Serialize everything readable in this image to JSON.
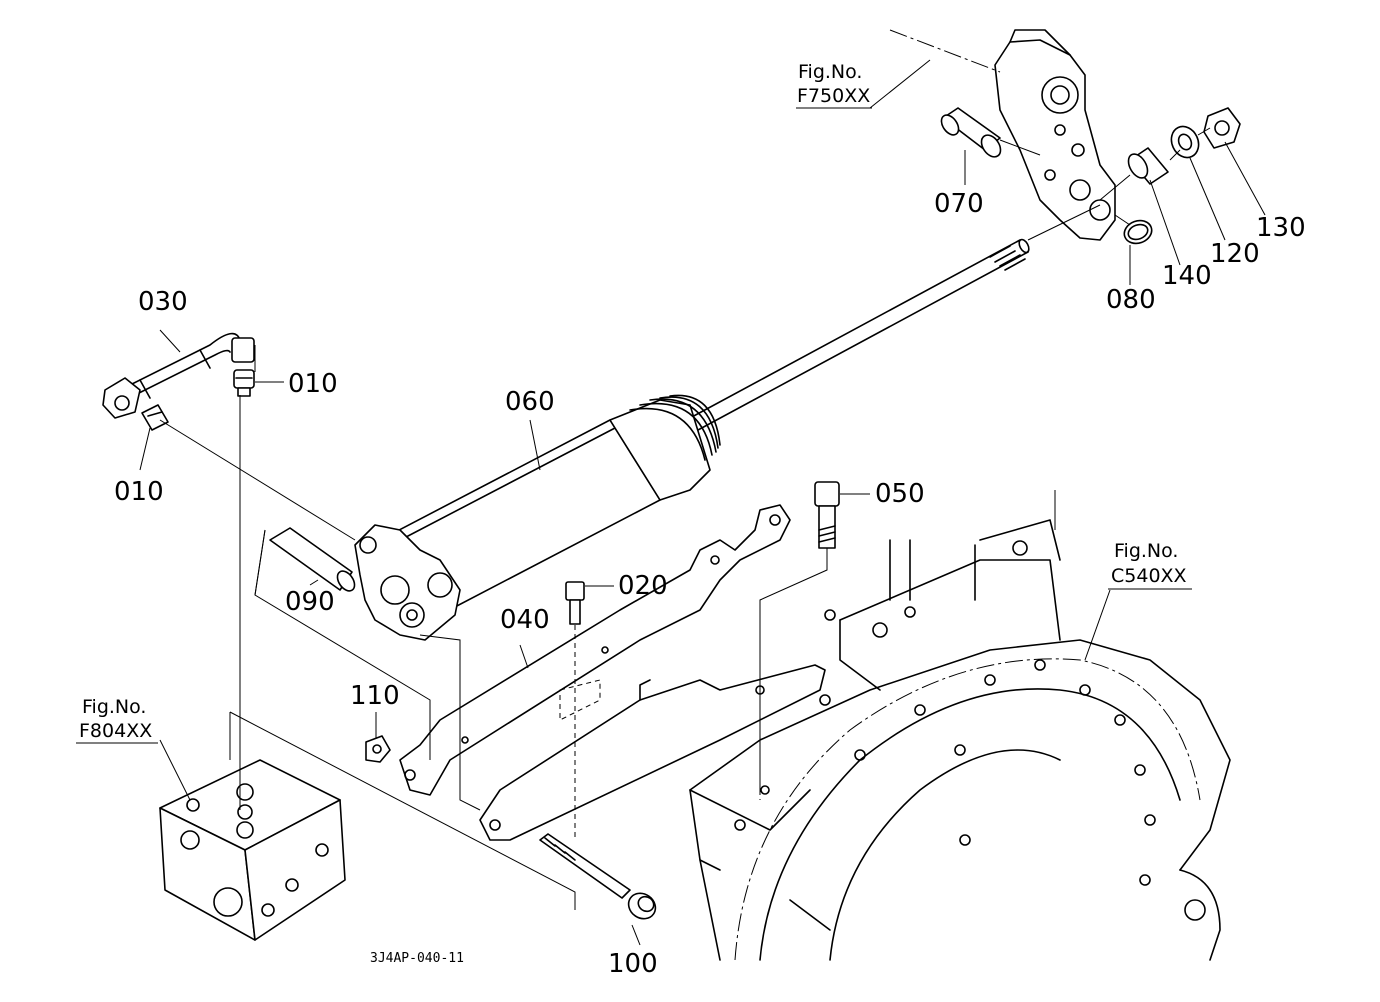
{
  "diagram": {
    "callouts": {
      "p010a": "010",
      "p010b": "010",
      "p020": "020",
      "p030": "030",
      "p040": "040",
      "p050": "050",
      "p060": "060",
      "p070": "070",
      "p080": "080",
      "p090": "090",
      "p100": "100",
      "p110": "110",
      "p120": "120",
      "p130": "130",
      "p140": "140"
    },
    "figure_refs": {
      "f750_label": "Fig.No.",
      "f750_code": "F750XX",
      "c540_label": "Fig.No.",
      "c540_code": "C540XX",
      "f804_label": "Fig.No.",
      "f804_code": "F804XX"
    },
    "drawing_code": "3J4AP-040-11"
  }
}
